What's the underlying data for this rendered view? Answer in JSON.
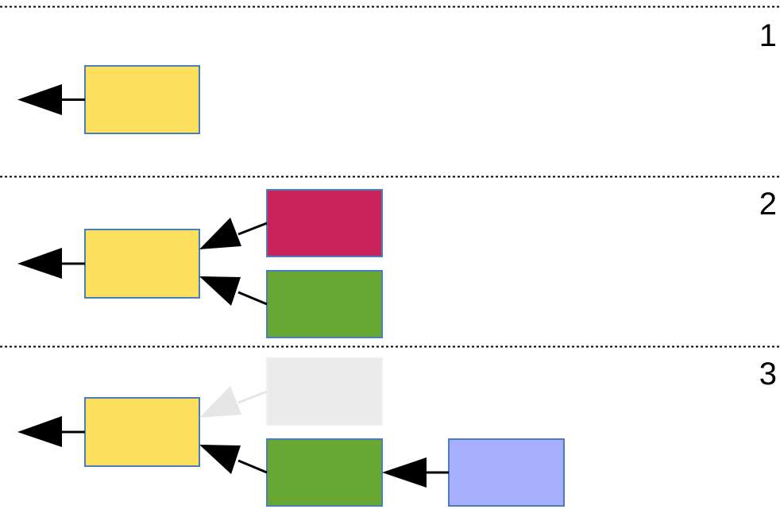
{
  "colors": {
    "background": "#ffffff",
    "separator": "#000000",
    "box_border": "#4a7ebb",
    "yellow": "#fde05e",
    "crimson": "#c7235a",
    "green": "#68a832",
    "blue": "#a8aefe",
    "faded_fill": "#ebebeb",
    "faded_border": "#eef0f5",
    "faded_arrow": "#e6e6e6",
    "arrow": "#000000"
  },
  "panels": [
    {
      "number": "1",
      "boxes": [
        {
          "id": "yellow",
          "color": "yellow"
        }
      ],
      "arrows": [
        {
          "from": "yellow",
          "to": "output",
          "faded": false
        }
      ]
    },
    {
      "number": "2",
      "boxes": [
        {
          "id": "yellow",
          "color": "yellow"
        },
        {
          "id": "crimson",
          "color": "crimson"
        },
        {
          "id": "green",
          "color": "green"
        }
      ],
      "arrows": [
        {
          "from": "yellow",
          "to": "output",
          "faded": false
        },
        {
          "from": "crimson",
          "to": "yellow",
          "faded": false
        },
        {
          "from": "green",
          "to": "yellow",
          "faded": false
        }
      ]
    },
    {
      "number": "3",
      "boxes": [
        {
          "id": "yellow",
          "color": "yellow"
        },
        {
          "id": "removed",
          "color": "faded",
          "faded": true
        },
        {
          "id": "green",
          "color": "green"
        },
        {
          "id": "blue",
          "color": "blue"
        }
      ],
      "arrows": [
        {
          "from": "yellow",
          "to": "output",
          "faded": false
        },
        {
          "from": "removed",
          "to": "yellow",
          "faded": true
        },
        {
          "from": "green",
          "to": "yellow",
          "faded": false
        },
        {
          "from": "blue",
          "to": "green",
          "faded": false
        }
      ]
    }
  ]
}
